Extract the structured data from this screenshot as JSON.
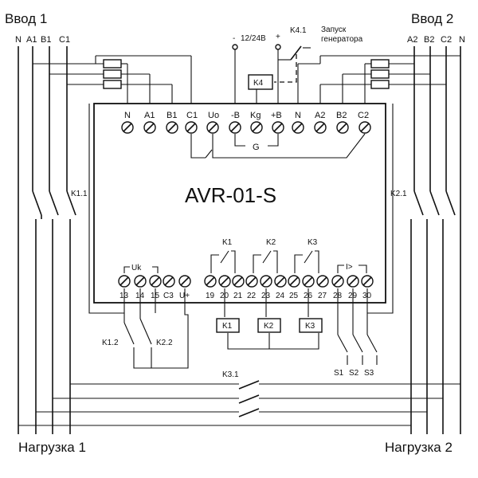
{
  "inputs": {
    "input1": {
      "title": "Ввод 1",
      "lines": [
        "N",
        "A1",
        "B1",
        "C1"
      ]
    },
    "input2": {
      "title": "Ввод 2",
      "lines": [
        "A2",
        "B2",
        "C2",
        "N"
      ]
    }
  },
  "power": {
    "voltage_label": "12/24В",
    "minus": "-",
    "plus": "+"
  },
  "generator": {
    "relay": "K4.1",
    "label_line1": "Запуск",
    "label_line2": "генератора",
    "coil": "K4"
  },
  "device": {
    "name": "AVR-01-S",
    "top_terminals": [
      "N",
      "A1",
      "B1",
      "C1",
      "Uo",
      "-B",
      "Kg",
      "+B",
      "N",
      "A2",
      "B2",
      "C2"
    ],
    "g_label": "G",
    "uk_label": "Uk",
    "relay_labels": [
      "K1",
      "K2",
      "K3"
    ],
    "i_label": "I>",
    "bottom_terminals": [
      "13",
      "14",
      "15",
      "C3",
      "U+",
      "19",
      "20",
      "21",
      "22",
      "23",
      "24",
      "25",
      "26",
      "27",
      "28",
      "29",
      "30"
    ]
  },
  "contacts": {
    "k1_1": "K1.1",
    "k2_1": "K2.1",
    "k1_2": "K1.2",
    "k2_2": "K2.2",
    "k3_1": "K3.1",
    "coils": [
      "K1",
      "K2",
      "K3"
    ],
    "sensors": [
      "S1",
      "S2",
      "S3"
    ]
  },
  "loads": {
    "load1": "Нагрузка 1",
    "load2": "Нагрузка 2"
  }
}
